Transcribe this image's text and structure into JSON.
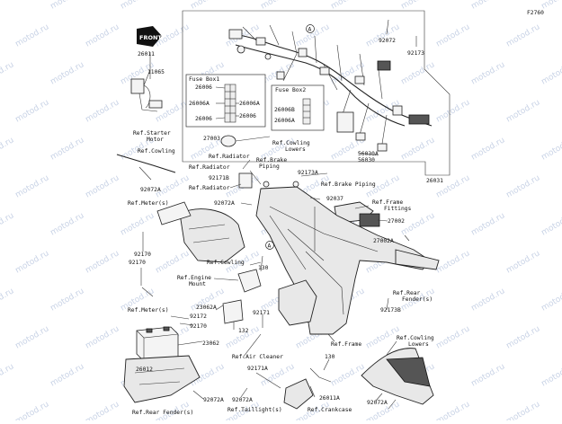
{
  "diagram": {
    "figure_code": "F2760",
    "watermark": "motod.ru",
    "front_tag": "FRONT",
    "circle_marker": "A",
    "fuse_box1": {
      "title": "Fuse Box1",
      "labels": [
        "26006",
        "26006A",
        "26006A",
        "26006",
        "26006"
      ]
    },
    "fuse_box2": {
      "title": "Fuse Box2",
      "labels": [
        "26006B",
        "26006A"
      ]
    },
    "labels": {
      "l92072_top": "92072",
      "l92173_top": "92173",
      "l26011": "26011",
      "l11065": "11065",
      "ref_starter_1": "Ref.Starter",
      "ref_starter_2": "Motor",
      "ref_cowling_1": "Ref.Cowling",
      "l92072A_1": "92072A",
      "l27003": "27003",
      "ref_cowl_lowers_1": "Ref.Cowling",
      "ref_cowl_lowers_1b": "Lowers",
      "ref_radiator_1": "Ref.Radiator",
      "ref_radiator_2": "Ref.Radiator",
      "ref_radiator_3": "Ref.Radiator",
      "l92171B": "92171B",
      "ref_brake_piping_1": "Ref.Brake",
      "ref_brake_piping_1b": "Piping",
      "l92173A": "92173A",
      "ref_brake_piping_2": "Ref.Brake Piping",
      "l56030A": "56030A",
      "l56030": "56030",
      "l26031": "26031",
      "l92037": "92037",
      "ref_frame_fittings_1": "Ref.Frame",
      "ref_frame_fittings_2": "Fittings",
      "l27002": "27002",
      "l27002A": "27002A",
      "l92072A_2": "92072A",
      "ref_meters_1": "Ref.Meter(s)",
      "l92170_a": "92170",
      "l92170_b": "92170",
      "ref_cowling_2": "Ref.Cowling",
      "ref_engine_mount_1": "Ref.Engine",
      "ref_engine_mount_2": "Mount",
      "l130_a": "130",
      "ref_rear_fenders_1": "Ref.Rear",
      "ref_rear_fenders_1b": "Fender(s)",
      "ref_meters_2": "Ref.Meter(s)",
      "l92172": "92172",
      "l92170_c": "92170",
      "l23062A": "23062A",
      "l132": "132",
      "l92171": "92171",
      "l23062": "23062",
      "l92173B": "92173B",
      "ref_cowl_lowers_2": "Ref.Cowling",
      "ref_cowl_lowers_2b": "Lowers",
      "ref_frame": "Ref.Frame",
      "l26012": "26012",
      "ref_air_cleaner": "Ref.Air Cleaner",
      "l92171A": "92171A",
      "l130_b": "130",
      "l26011A": "26011A",
      "l92072A_3": "92072A",
      "l92072A_4": "92072A",
      "l92072A_5": "92072A",
      "ref_rear_fenders_2": "Ref.Rear Fender(s)",
      "ref_taillights": "Ref.Taillight(s)",
      "ref_crankcase": "Ref.Crankcase"
    }
  }
}
